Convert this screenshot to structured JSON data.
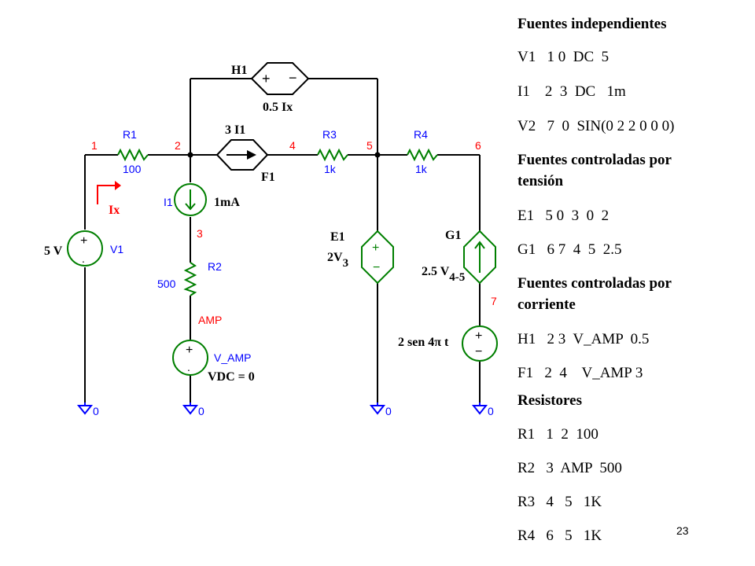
{
  "netlist": {
    "sec_independent": "Fuentes independientes",
    "v1": "V1   1 0  DC  5",
    "i1": "I1    2  3  DC   1m",
    "v2": "V2   7  0  SIN(0 2 2 0 0 0)",
    "sec_voltage_controlled_1": "Fuentes controladas por",
    "sec_voltage_controlled_2": "tensión",
    "e1": "E1   5 0  3  0  2",
    "g1": "G1   6 7  4  5  2.5",
    "sec_current_controlled_1": "Fuentes controladas por",
    "sec_current_controlled_2": "corriente",
    "h1": "H1   2 3  V_AMP  0.5",
    "f1": "F1   2  4    V_AMP 3",
    "sec_resistors": "Resistores",
    "r1": "R1   1  2  100",
    "r2": "R2   3  AMP  500",
    "r3": "R3   4   5   1K",
    "r4": "R4   6   5   1K"
  },
  "slide_number": "23",
  "circuit": {
    "nodes": {
      "n1": "1",
      "n2": "2",
      "n3": "3",
      "n4": "4",
      "n5": "5",
      "n6": "6",
      "n7": "7",
      "amp": "AMP"
    },
    "grounds": {
      "g_v1": "0",
      "g_vamp": "0",
      "g_e1": "0",
      "g_v2": "0"
    },
    "h1": {
      "name": "H1",
      "value": "0.5 Ix"
    },
    "f1": {
      "name": "F1",
      "value": "3 I1"
    },
    "r1": {
      "name": "R1",
      "value": "100"
    },
    "r2": {
      "name": "R2",
      "value": "500"
    },
    "r3": {
      "name": "R3",
      "value": "1k"
    },
    "r4": {
      "name": "R4",
      "value": "1k"
    },
    "i1": {
      "name": "I1",
      "value": "1mA"
    },
    "v1": {
      "name": "V1",
      "value": "5 V"
    },
    "ix_label": "Ix",
    "vamp": {
      "name": "V_AMP",
      "value": "VDC = 0"
    },
    "e1": {
      "name": "E1",
      "value_main": "2V",
      "value_sub": "3"
    },
    "g1": {
      "name": "G1",
      "value_main": "2.5 V",
      "value_sub": "4-5"
    },
    "v2": {
      "value": "2 sen 4",
      "pi": "π",
      "t": "t"
    },
    "colors": {
      "wire": "#000000",
      "component": "#007F00",
      "label_red": "#FF0000",
      "ground_blue": "#0000FF"
    }
  }
}
